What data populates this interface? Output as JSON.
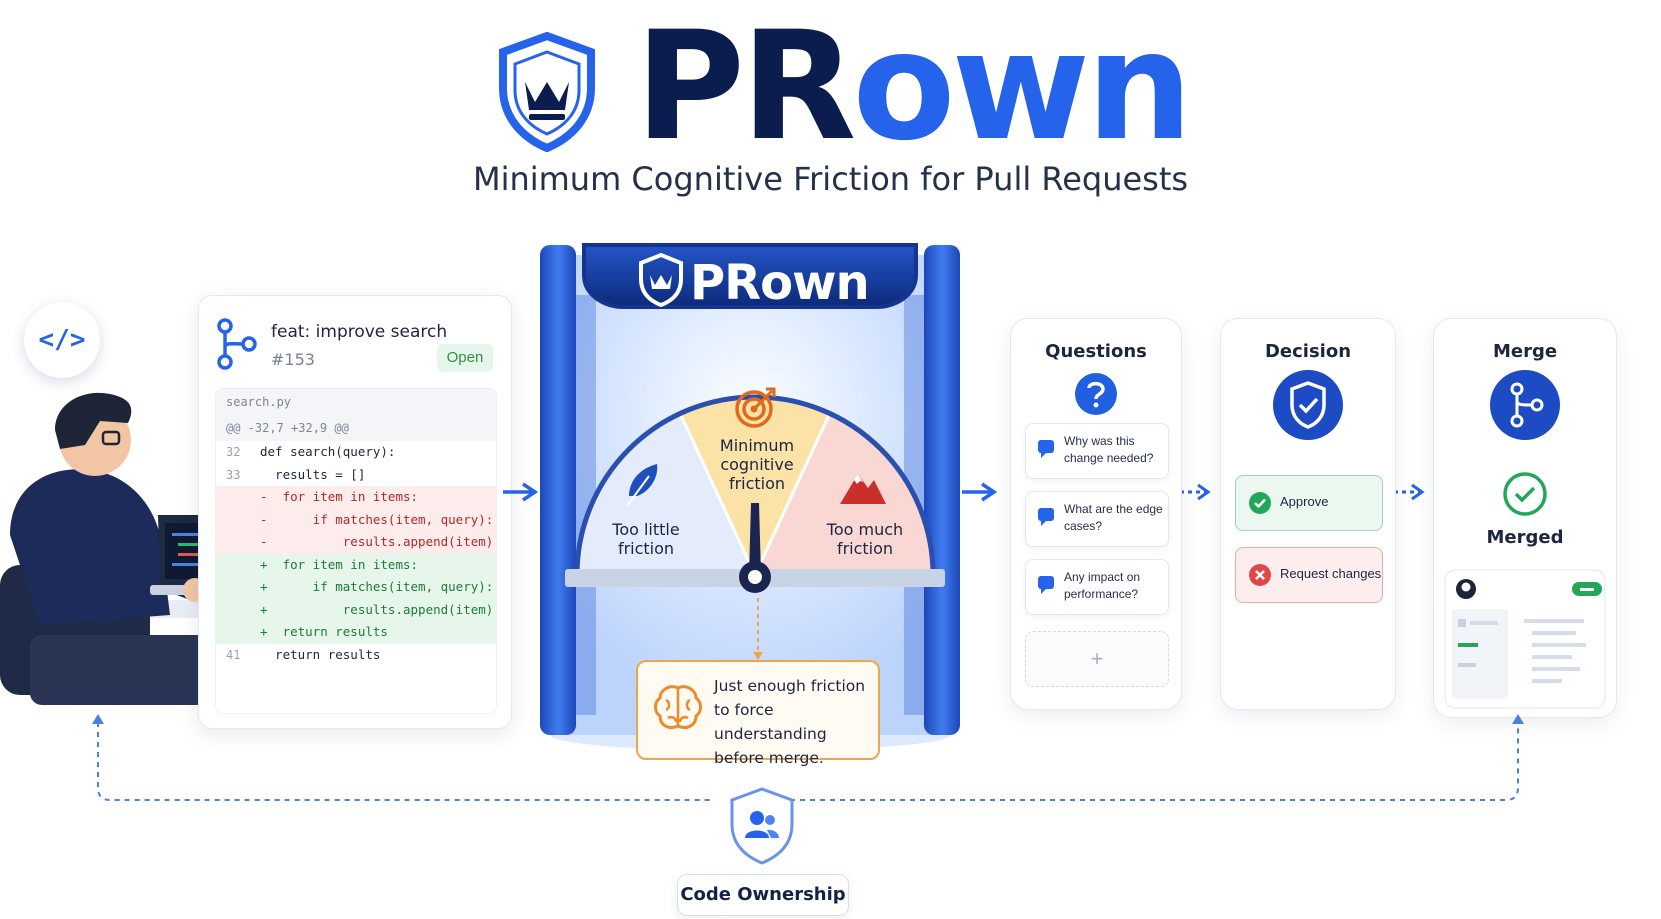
{
  "header": {
    "title_part1": "PR",
    "title_part2": "own",
    "tagline": "Minimum Cognitive Friction for Pull Requests"
  },
  "developer": {
    "bubble_glyph": "</>"
  },
  "pull_request": {
    "title": "feat: improve search",
    "number": "#153",
    "status": "Open",
    "diff": {
      "file": "search.py",
      "hunk": "@@ -32,7 +32,9 @@",
      "lines": [
        {
          "num": "32",
          "type": "ctx",
          "text": "def search(query):"
        },
        {
          "num": "33",
          "type": "ctx",
          "text": "  results = []"
        },
        {
          "num": "",
          "type": "del",
          "text": "-  for item in items:"
        },
        {
          "num": "",
          "type": "del",
          "text": "-      if matches(item, query):"
        },
        {
          "num": "",
          "type": "del",
          "text": "-          results.append(item)"
        },
        {
          "num": "",
          "type": "add",
          "text": "+  for item in items:"
        },
        {
          "num": "",
          "type": "add",
          "text": "+      if matches(item, query):"
        },
        {
          "num": "",
          "type": "add",
          "text": "+          results.append(item)"
        },
        {
          "num": "",
          "type": "add",
          "text": "+  return results"
        },
        {
          "num": "41",
          "type": "ctx",
          "text": "  return results"
        }
      ]
    }
  },
  "gate": {
    "banner": "PRown",
    "zones": {
      "left": "Too little friction",
      "center": "Minimum cognitive friction",
      "right": "Too much friction"
    },
    "callout": "Just enough friction to force understanding before merge."
  },
  "questions": {
    "title": "Questions",
    "items": [
      "Why was this change needed?",
      "What are the edge cases?",
      "Any impact on performance?"
    ],
    "add_label": "+"
  },
  "decision": {
    "title": "Decision",
    "approve": "Approve",
    "request_changes": "Request changes"
  },
  "merge": {
    "title": "Merge",
    "status": "Merged"
  },
  "ownership": {
    "label": "Code Ownership"
  },
  "colors": {
    "brand_dark": "#0b1d4f",
    "brand_blue": "#2563eb",
    "approve_green": "#22a75a",
    "reject_red": "#e04848",
    "accent_orange": "#f0a54a"
  }
}
